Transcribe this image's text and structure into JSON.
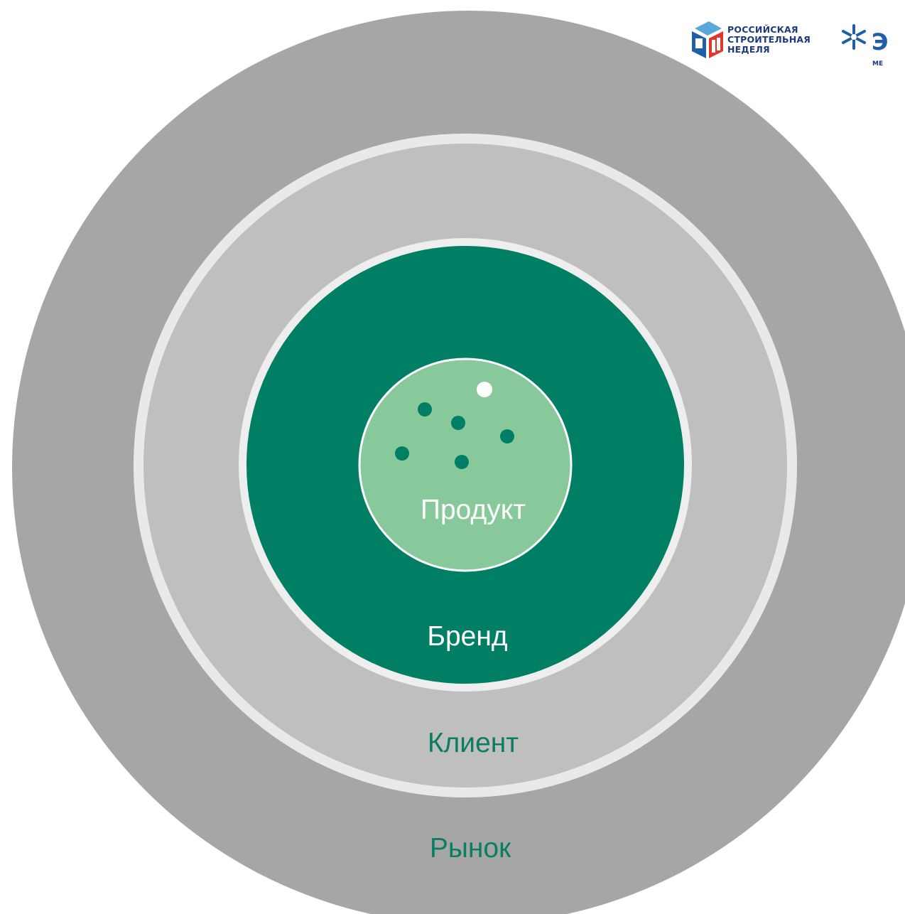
{
  "diagram": {
    "rings": [
      {
        "id": "market",
        "label": "Рынок",
        "fill": "#a6a6a6",
        "label_color": "#0b7d63"
      },
      {
        "id": "client",
        "label": "Клиент",
        "fill": "#bfbfbf",
        "label_color": "#0b7d63"
      },
      {
        "id": "brand",
        "label": "Бренд",
        "fill": "#007f64",
        "label_color": "#ffffff"
      },
      {
        "id": "product",
        "label": "Продукт",
        "fill": "#88c99c",
        "label_color": "#ffffff"
      }
    ],
    "ring_border_color": "#e9e9e9",
    "dot_color": "#007f64",
    "highlight_dot_color": "#ffffff"
  },
  "logo": {
    "line1": "РОССИЙСКАЯ",
    "line2": "СТРОИТЕЛЬНАЯ",
    "line3": "НЕДЕЛЯ",
    "partner_letter": "Э",
    "partner_subtext": "МЕ",
    "colors": {
      "blue": "#1f5fa8",
      "light_blue": "#5aa7dc",
      "red": "#e2372b",
      "text": "#1f3a7a"
    }
  }
}
